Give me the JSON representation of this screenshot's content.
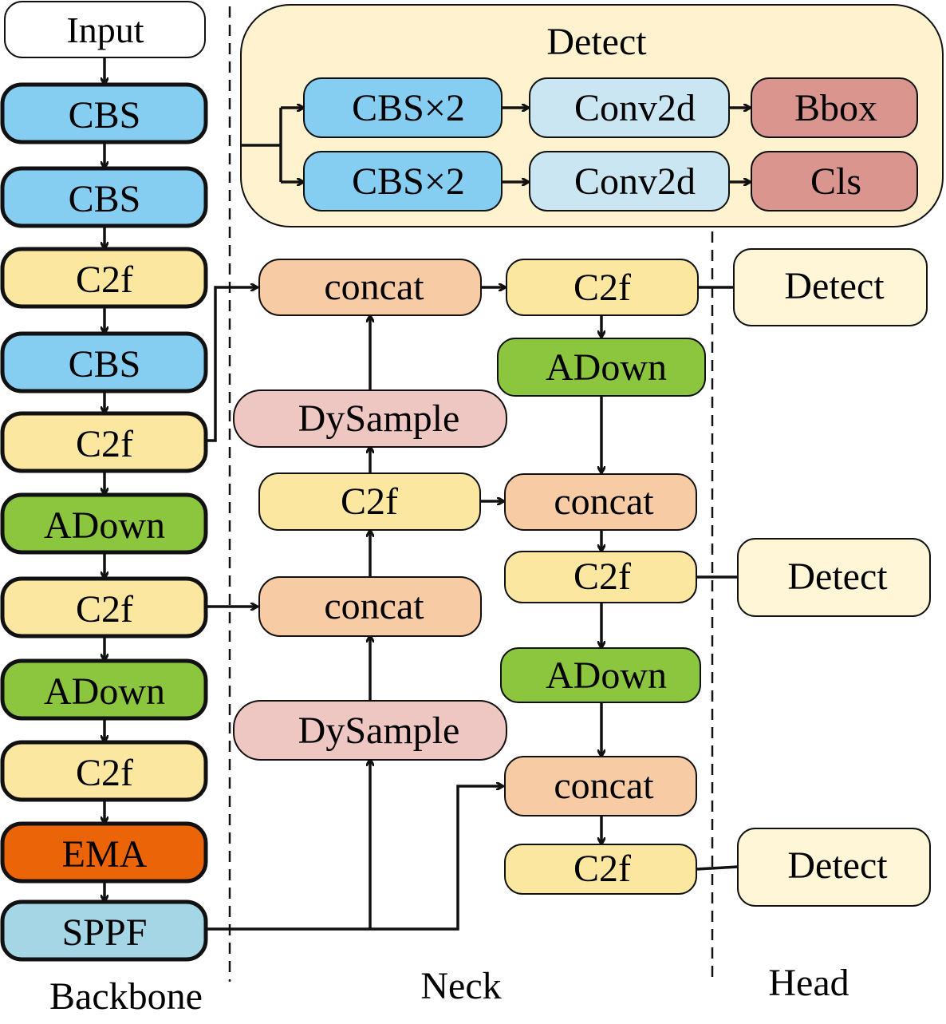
{
  "colors": {
    "cbs": "#86cdf2",
    "c2f": "#fbe7a0",
    "adown": "#8cc63f",
    "ema": "#ec6408",
    "sppf": "#a4d6e6",
    "concat": "#f7cba3",
    "dysample": "#eec6c2",
    "conv2d": "#c9e6f2",
    "bbox": "#d9958e",
    "detect_box": "#fff6d8",
    "detect_panel": "#fff3cf",
    "input": "#ffffff",
    "stroke": "#111111"
  },
  "backbone": {
    "input": "Input",
    "blocks": [
      {
        "label": "CBS",
        "kind": "cbs"
      },
      {
        "label": "CBS",
        "kind": "cbs"
      },
      {
        "label": "C2f",
        "kind": "c2f"
      },
      {
        "label": "CBS",
        "kind": "cbs"
      },
      {
        "label": "C2f",
        "kind": "c2f"
      },
      {
        "label": "ADown",
        "kind": "adown"
      },
      {
        "label": "C2f",
        "kind": "c2f"
      },
      {
        "label": "ADown",
        "kind": "adown"
      },
      {
        "label": "C2f",
        "kind": "c2f"
      },
      {
        "label": "EMA",
        "kind": "ema"
      },
      {
        "label": "SPPF",
        "kind": "sppf"
      }
    ]
  },
  "neck": {
    "concat_top": "concat",
    "dysample_top": "DySample",
    "c2f_mid": "C2f",
    "concat_mid": "concat",
    "dysample_bottom": "DySample",
    "right_c2f_top": "C2f",
    "right_adown_top": "ADown",
    "right_concat_mid": "concat",
    "right_c2f_mid": "C2f",
    "right_adown_bottom": "ADown",
    "right_concat_bottom": "concat",
    "right_c2f_bottom": "C2f"
  },
  "head": {
    "detect_1": "Detect",
    "detect_2": "Detect",
    "detect_3": "Detect"
  },
  "detect_panel": {
    "title": "Detect",
    "row1": [
      "CBS×2",
      "Conv2d",
      "Bbox"
    ],
    "row2": [
      "CBS×2",
      "Conv2d",
      "Cls"
    ]
  },
  "sections": {
    "backbone": "Backbone",
    "neck": "Neck",
    "head": "Head"
  }
}
